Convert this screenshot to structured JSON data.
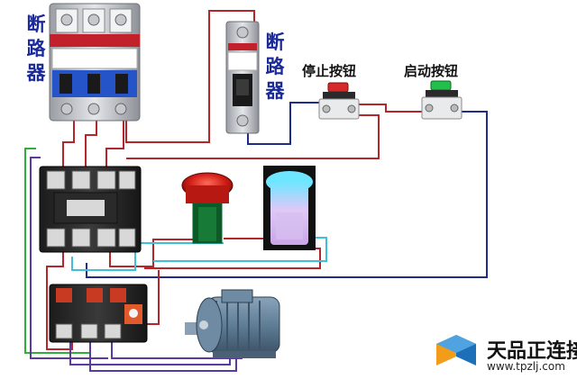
{
  "labels": {
    "breaker_main": [
      "断",
      "路",
      "器"
    ],
    "breaker_control": [
      "断",
      "路",
      "器"
    ],
    "stop_button": "停止按钮",
    "start_button": "启动按钮"
  },
  "watermark": {
    "name": "天品正连接",
    "url": "www.tpzlj.com"
  },
  "colors": {
    "wire_red": "#b3262a",
    "wire_purple": "#5a3aa0",
    "wire_navy": "#1f2c8c",
    "wire_green": "#2fae3a",
    "wire_cyan": "#3fc0d8",
    "label_blue": "#1a2a9a",
    "stop_red": "#d62a2a",
    "start_green": "#22c04a",
    "lamp_red": "#c81a1a",
    "motor_blue": "#5f7d96",
    "logo_orange": "#f39c1a",
    "logo_blue": "#1d6fb8"
  }
}
